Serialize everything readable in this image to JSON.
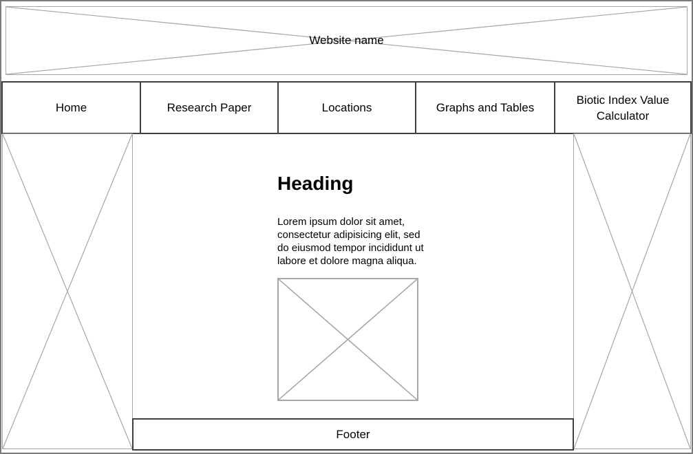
{
  "banner": {
    "label": "Website name"
  },
  "nav": {
    "items": [
      {
        "label": "Home"
      },
      {
        "label": "Research Paper"
      },
      {
        "label": "Locations"
      },
      {
        "label": "Graphs and Tables"
      },
      {
        "label": "Biotic Index Value Calculator"
      }
    ]
  },
  "content": {
    "heading": "Heading",
    "paragraph": "Lorem ipsum dolor sit amet, consectetur adipisicing elit, sed do eiusmod tempor incididunt ut labore et dolore magna aliqua."
  },
  "footer": {
    "label": "Footer"
  },
  "icons": {
    "image_placeholder": "x-cross"
  },
  "colors": {
    "page_border": "#7a7a7a",
    "wireframe_line": "#a6a6a6",
    "nav_border": "#404040",
    "footer_border": "#404040",
    "text": "#000000",
    "background": "#ffffff"
  }
}
